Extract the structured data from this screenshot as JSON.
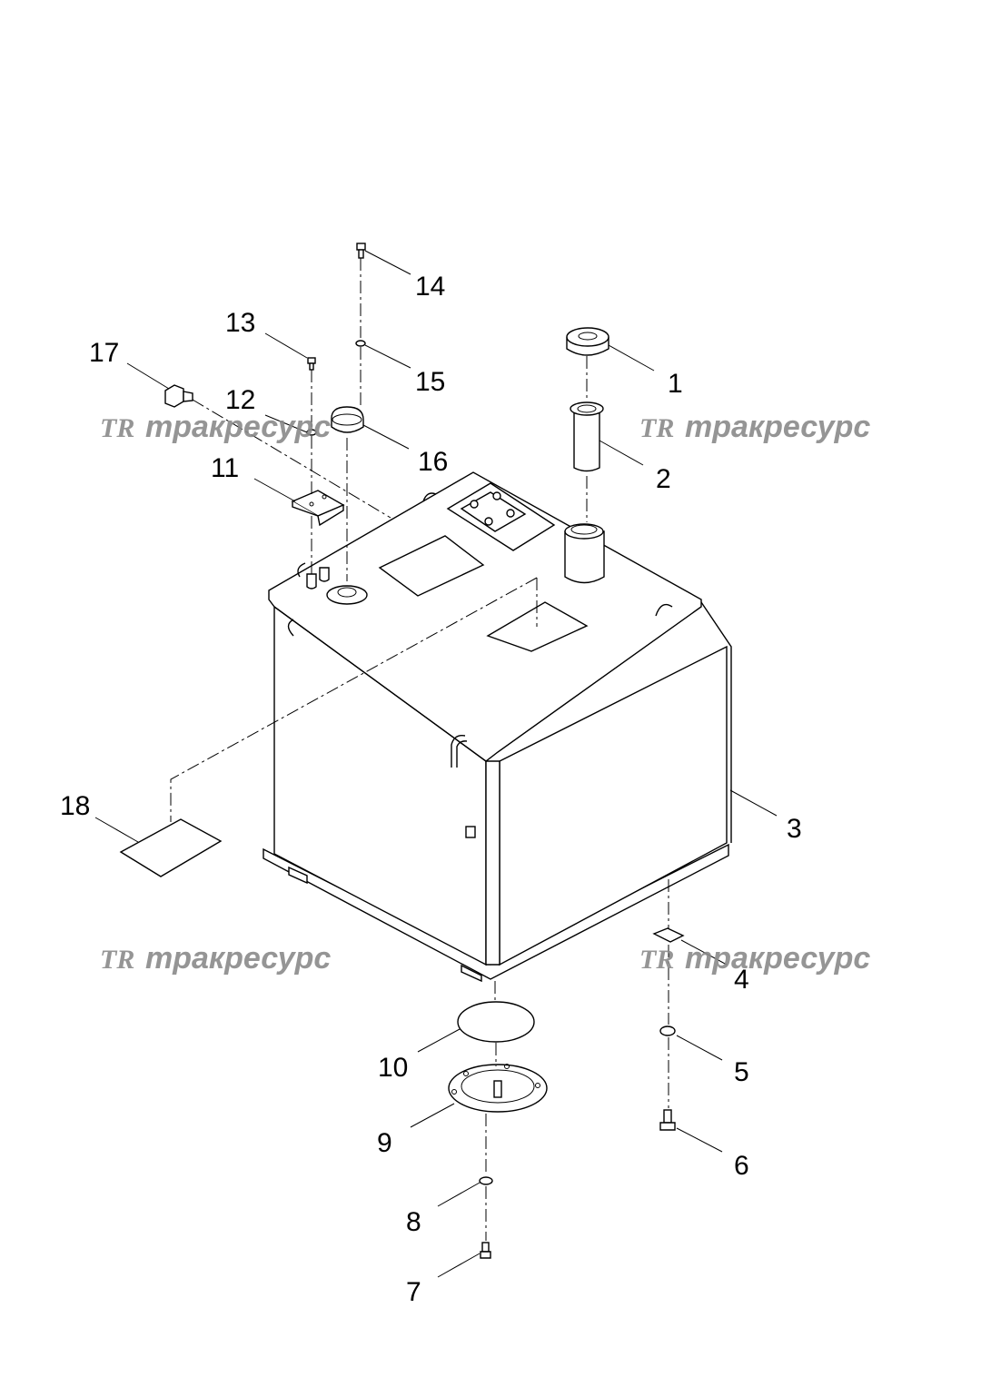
{
  "watermark": {
    "text": "тракресурс",
    "logo": "TR"
  },
  "callouts": [
    "1",
    "2",
    "3",
    "4",
    "5",
    "6",
    "7",
    "8",
    "9",
    "10",
    "11",
    "12",
    "13",
    "14",
    "15",
    "16",
    "17",
    "18"
  ]
}
